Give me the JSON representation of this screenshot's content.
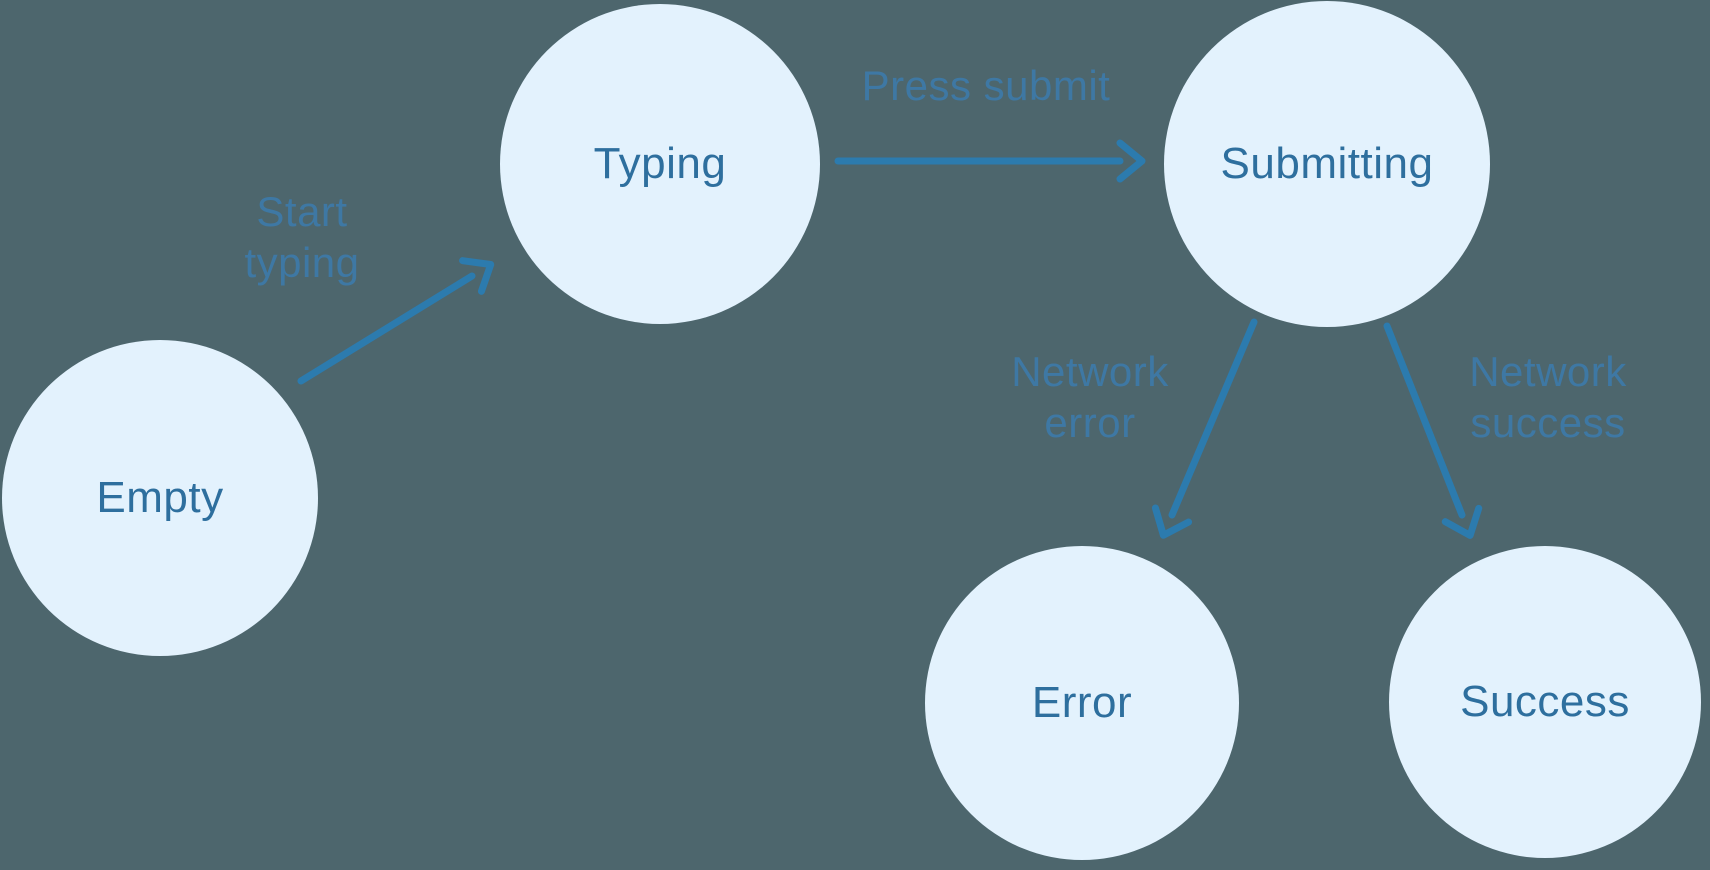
{
  "diagram": {
    "type": "state-machine",
    "nodes": [
      {
        "id": "empty",
        "label": "Empty"
      },
      {
        "id": "typing",
        "label": "Typing"
      },
      {
        "id": "submitting",
        "label": "Submitting"
      },
      {
        "id": "error",
        "label": "Error"
      },
      {
        "id": "success",
        "label": "Success"
      }
    ],
    "edges": [
      {
        "from": "empty",
        "to": "typing",
        "label": "Start typing",
        "lines": [
          "Start",
          "typing"
        ]
      },
      {
        "from": "typing",
        "to": "submitting",
        "label": "Press submit",
        "lines": [
          "Press submit"
        ]
      },
      {
        "from": "submitting",
        "to": "error",
        "label": "Network error",
        "lines": [
          "Network",
          "error"
        ]
      },
      {
        "from": "submitting",
        "to": "success",
        "label": "Network success",
        "lines": [
          "Network",
          "success"
        ]
      }
    ],
    "colors": {
      "background": "#4D666D",
      "node_fill": "#E3F2FD",
      "node_text": "#2E6F9E",
      "arrow": "#2C7BAE",
      "edge_label": "#3E78A4"
    }
  }
}
